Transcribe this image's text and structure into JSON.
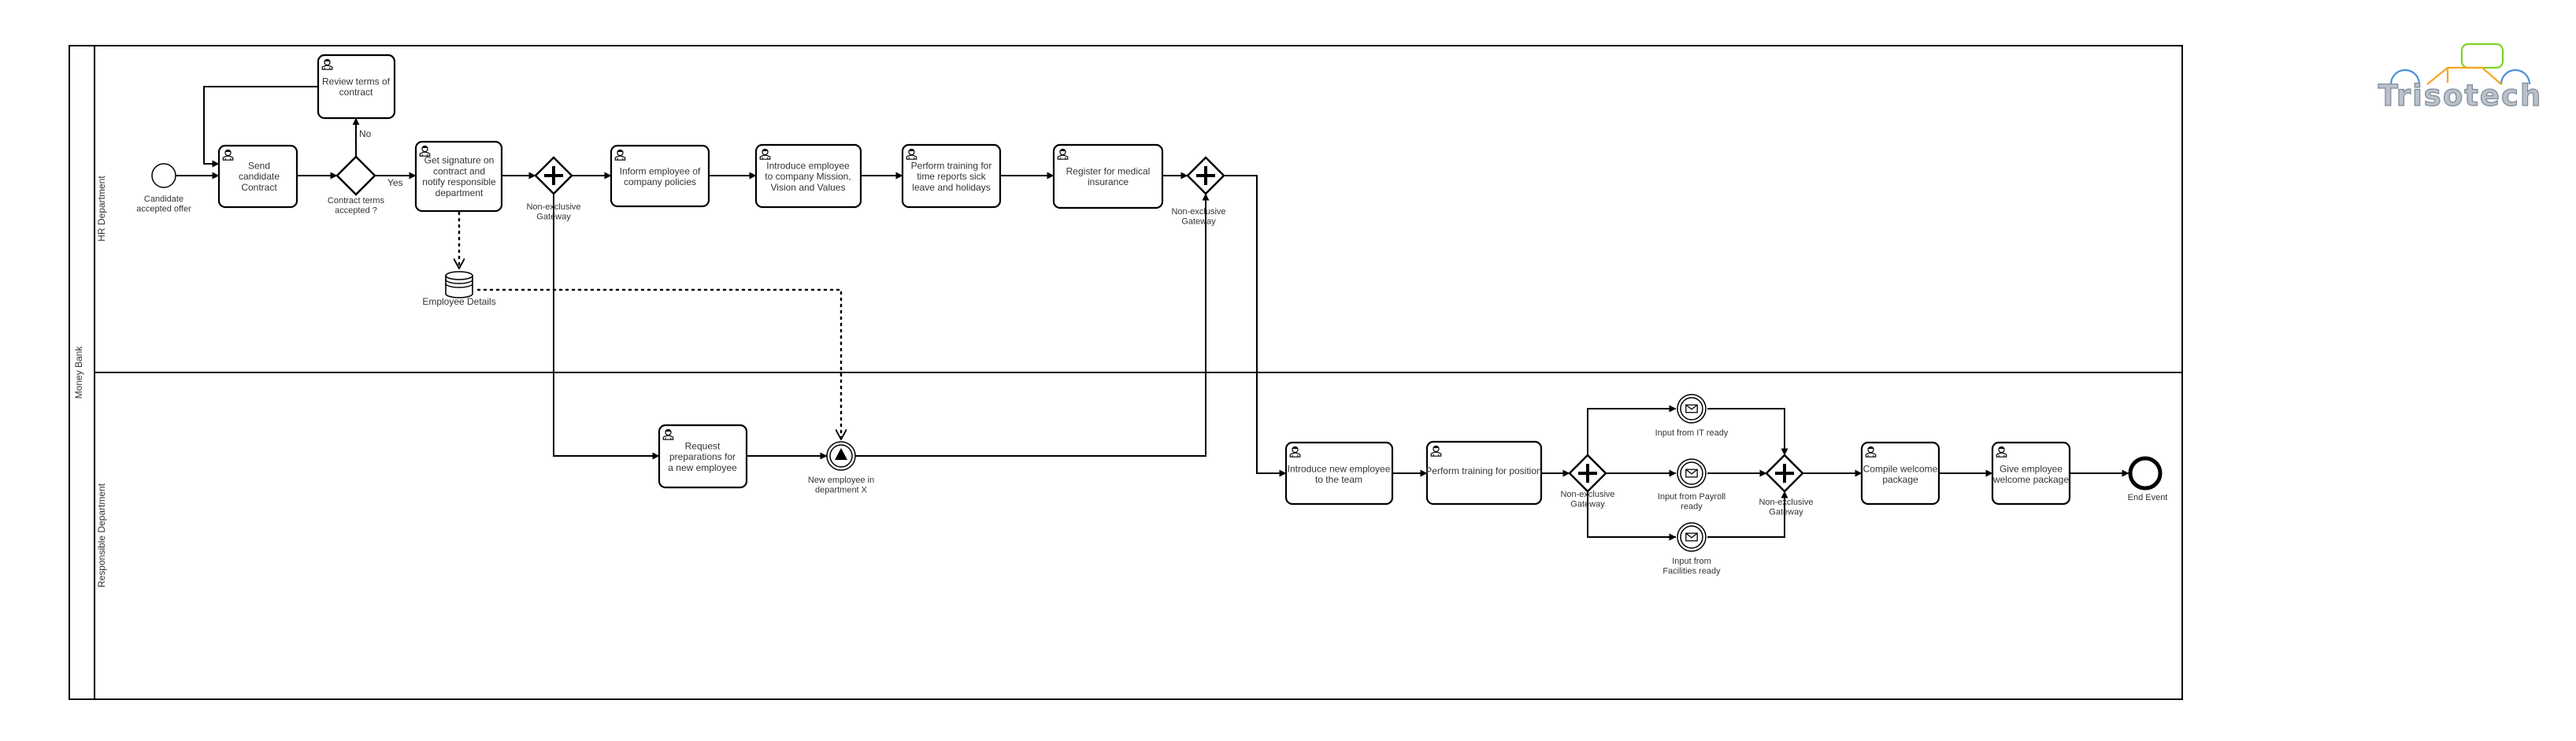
{
  "pool": {
    "label": "Money Bank"
  },
  "lanes": [
    {
      "label": "HR Department"
    },
    {
      "label": "Responsible Department"
    }
  ],
  "tasks": {
    "review_terms": "Review terms of contract",
    "send_contract": "Send candidate Contract",
    "get_signature": "Get signature on contract and notify responsible department",
    "inform_policies": "Inform employee of company policies",
    "introduce_mission": "Introduce employee to company Mission, Vision and Values",
    "perform_training_reports": "Perform training for time reports sick leave and holidays",
    "register_insurance": "Register for medical insurance",
    "request_preparations": "Request preparations for a new employee",
    "introduce_team": "Introduce new employee to the team",
    "perform_training_position": "Perform training for position",
    "compile_package": "Compile welcome package",
    "give_package": "Give employee welcome package"
  },
  "events": {
    "start": "Candidate accepted offer",
    "new_employee": "New employee in department X",
    "input_it": "Input from IT ready",
    "input_payroll": "Input from Payroll ready",
    "input_facilities": "Input from Facilities ready",
    "end": "End Event"
  },
  "gateways": {
    "contract_accepted": "Contract terms accepted ?",
    "split_hr": "Non-exclusive Gateway",
    "join_hr": "Non-exclusive Gateway",
    "split_rd": "Non-exclusive Gateway",
    "join_rd": "Non-exclusive Gateway"
  },
  "flow_labels": {
    "yes": "Yes",
    "no": "No"
  },
  "data_store": {
    "label": "Employee Details"
  },
  "logo": {
    "text": "Trisotech",
    "colors": [
      "#4a90d9",
      "#f5a623",
      "#7ed321",
      "#9aa5b1"
    ]
  }
}
